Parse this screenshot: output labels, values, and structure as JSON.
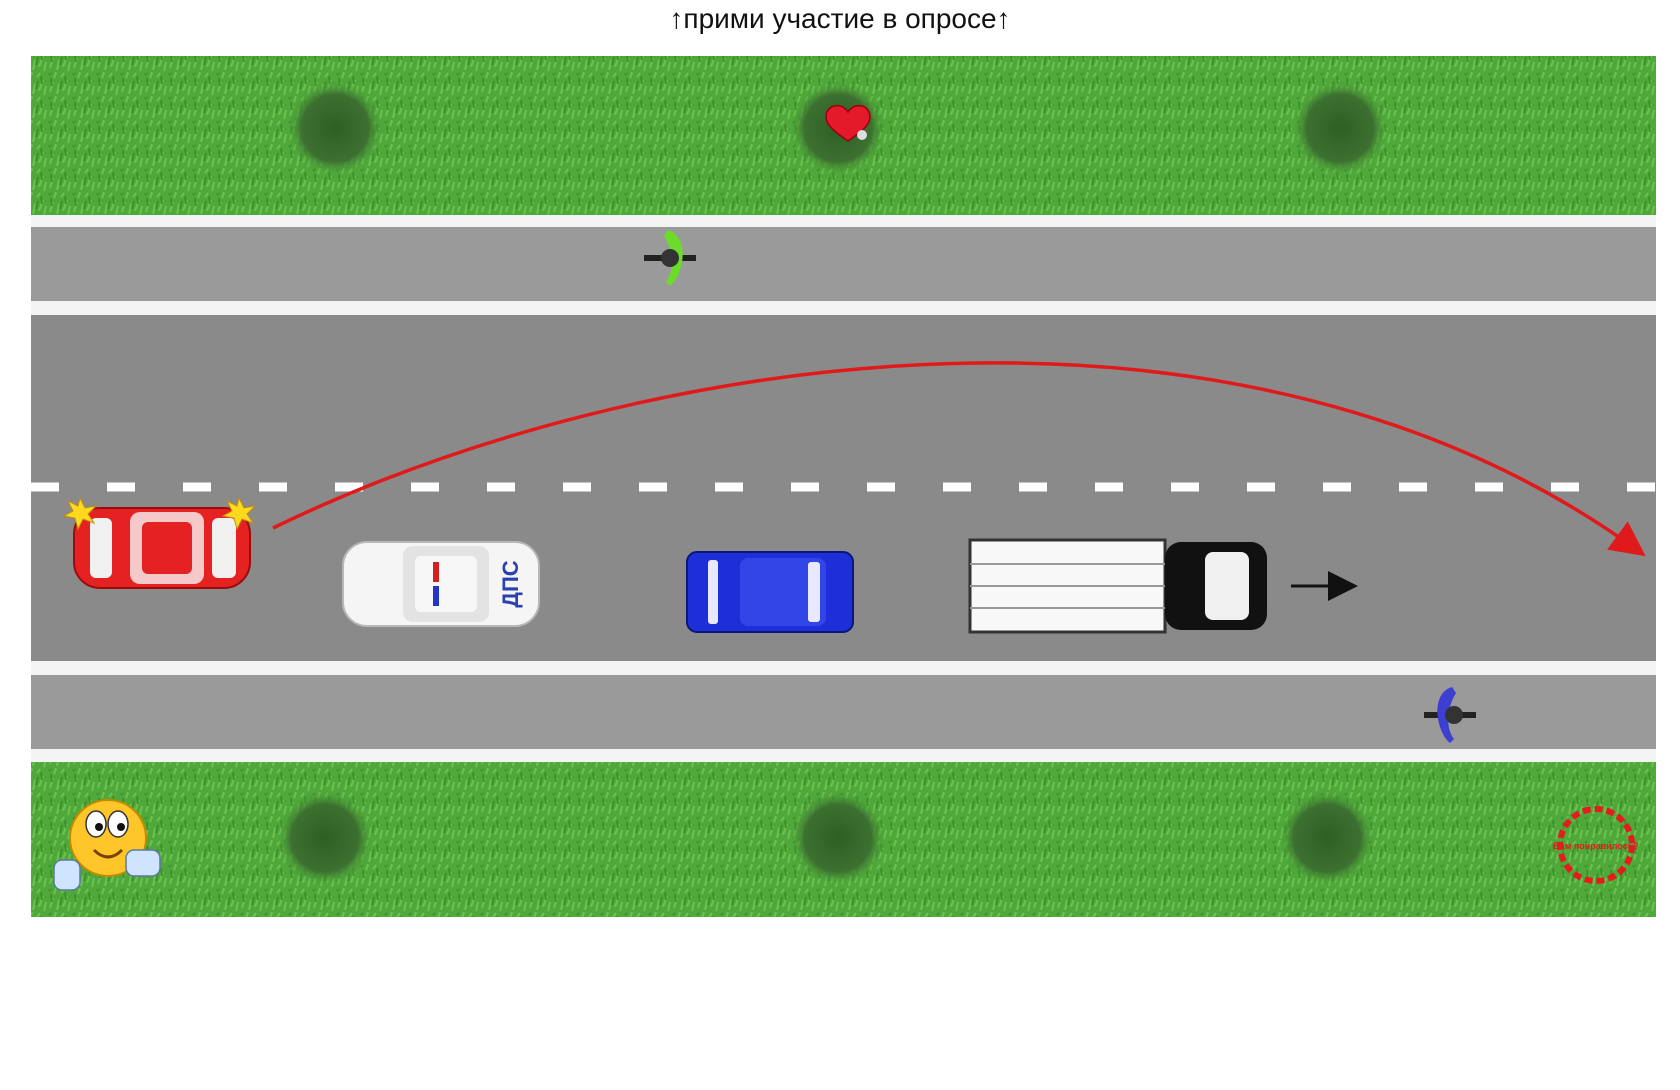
{
  "banner": {
    "text": "↑прими участие в опросе↑"
  },
  "scene": {
    "police_car_label": "ДПС",
    "badge_text": "Вам понравилось?",
    "colors": {
      "grass": "#4fa83a",
      "asphalt": "#8a8a8a",
      "sidewalk": "#9a9a9a",
      "curb": "#f4f4f4",
      "red_car": "#e52222",
      "blue_car": "#1d2fd6",
      "police_car": "#f5f5f5",
      "truck_body": "#f8f8f8",
      "truck_cab": "#111111",
      "trajectory": "#e01a1a",
      "cyclist_top": "#6bdc2a",
      "cyclist_bottom": "#3d3fd0"
    },
    "icons": [
      "heart-icon",
      "smiley-thumbs-up-icon",
      "direction-arrow-icon",
      "hazard-light-icon"
    ]
  }
}
